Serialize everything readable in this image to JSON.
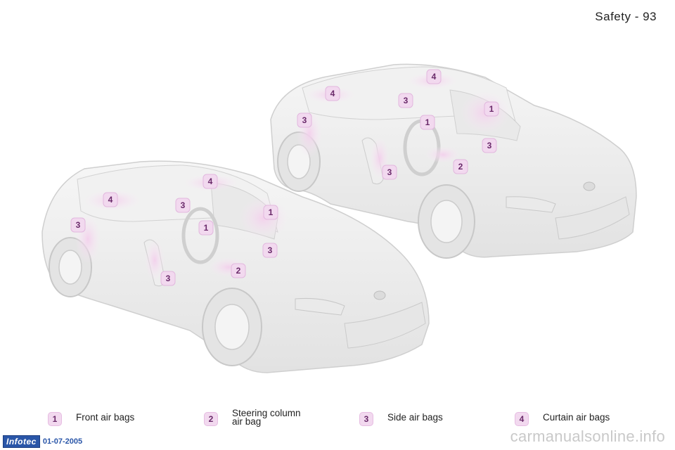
{
  "header": {
    "title": "Safety - 93"
  },
  "figure": {
    "rear_car": {
      "callouts": [
        "4",
        "4",
        "3",
        "1",
        "3",
        "1",
        "3",
        "2",
        "3"
      ]
    },
    "front_car": {
      "callouts": [
        "4",
        "4",
        "3",
        "3",
        "1",
        "1",
        "3",
        "2",
        "3"
      ]
    }
  },
  "legend": {
    "items": [
      {
        "number": "1",
        "label": "Front air bags"
      },
      {
        "number": "2",
        "label": "Steering    column\nair bag"
      },
      {
        "number": "3",
        "label": "Side air bags"
      },
      {
        "number": "4",
        "label": "Curtain air bags"
      }
    ]
  },
  "footer": {
    "logo": "Infotec",
    "date": "01-07-2005"
  },
  "watermark": "carmanualsonline.info",
  "colors": {
    "badge_fill": "#f2d9ef",
    "badge_text": "#6a2a6a",
    "airbag_highlight": "#f5def0",
    "car_body": "#eeeeee",
    "footer_blue": "#2a56a8"
  }
}
